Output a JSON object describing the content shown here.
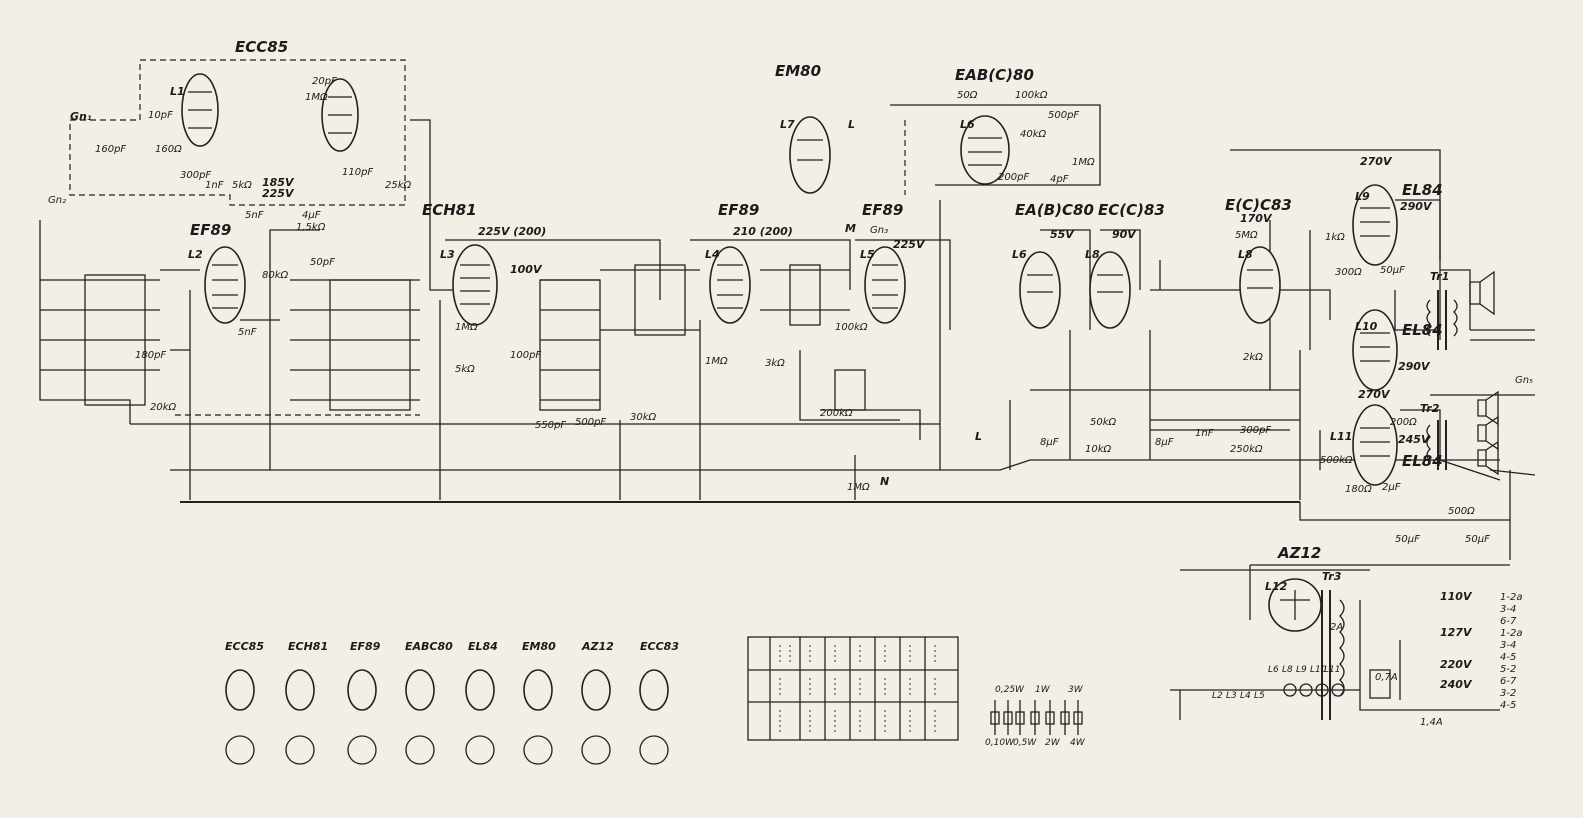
{
  "tubes": [
    {
      "name": "ECC85",
      "ref": "L1"
    },
    {
      "name": "EF89",
      "ref": "L2"
    },
    {
      "name": "ECH81",
      "ref": "L3"
    },
    {
      "name": "EF89",
      "ref": "L4"
    },
    {
      "name": "EF89",
      "ref": "L5"
    },
    {
      "name": "EAB(C)80",
      "ref": "L6"
    },
    {
      "name": "EM80",
      "ref": "L7"
    },
    {
      "name": "EA(B)C80",
      "ref": "L6"
    },
    {
      "name": "EC(C)83",
      "ref": "L8"
    },
    {
      "name": "E(C)C83",
      "ref": "L8"
    },
    {
      "name": "EL84",
      "ref": "L9"
    },
    {
      "name": "EL84",
      "ref": "L10"
    },
    {
      "name": "EL84",
      "ref": "L11"
    },
    {
      "name": "AZ12",
      "ref": "L12"
    }
  ],
  "voltages": [
    "225V",
    "225V (200)",
    "100V",
    "210 (200)",
    "225V",
    "55V",
    "90V",
    "170V",
    "270V",
    "290V",
    "290V",
    "270V",
    "245V",
    "185V"
  ],
  "components": [
    "10pF",
    "20pF",
    "1MΩ",
    "160pF",
    "160Ω",
    "300pF",
    "1nF",
    "5kΩ",
    "110pF",
    "25kΩ",
    "5nF",
    "4µF",
    "1,5kΩ",
    "50pF",
    "80kΩ",
    "5nF",
    "20kΩ",
    "180pF",
    "1MΩ",
    "5kΩ",
    "30kΩ",
    "100pF",
    "550pF",
    "500pF",
    "1MΩ",
    "3kΩ",
    "100kΩ",
    "200kΩ",
    "50kΩ",
    "10kΩ",
    "8µF",
    "8µF",
    "1nF",
    "250kΩ",
    "300pF",
    "500kΩ",
    "2µF",
    "500Ω",
    "50µF",
    "50µF",
    "50Ω",
    "100kΩ",
    "40kΩ",
    "500pF",
    "1MΩ",
    "200pF",
    "4pF",
    "2kΩ",
    "5MΩ",
    "1kΩ",
    "300Ω",
    "50µF",
    "200Ω",
    "180Ω",
    "1MΩ"
  ],
  "markers": {
    "gn1": "Gn₁",
    "gn2": "Gn₂",
    "gn3": "Gn₃",
    "gn5": "Gn₅",
    "tr1": "Tr1",
    "tr2": "Tr2",
    "tr3": "Tr3",
    "L": "L",
    "M": "M",
    "N": "N",
    "mark_14a": "1,4A",
    "mark_2a": "2A",
    "mark_07a": "0,7A"
  },
  "mains": [
    {
      "v": "110V",
      "taps": "1-2a"
    },
    {
      "v": "",
      "taps": "3-4"
    },
    {
      "v": "",
      "taps": "6-7"
    },
    {
      "v": "127V",
      "taps": "1-2a"
    },
    {
      "v": "",
      "taps": "3-4"
    },
    {
      "v": "",
      "taps": "4-5"
    },
    {
      "v": "220V",
      "taps": "5-2"
    },
    {
      "v": "",
      "taps": "6-7"
    },
    {
      "v": "240V",
      "taps": "3-2"
    },
    {
      "v": "",
      "taps": "4-5"
    }
  ],
  "pinouts": [
    "ECC85",
    "ECH81",
    "EF89",
    "EABC80",
    "EL84",
    "EM80",
    "AZ12",
    "ECC83"
  ],
  "resistor_legend": {
    "top": [
      "0,25W",
      "1W",
      "3W"
    ],
    "bottom": [
      "0,10W",
      "0,5W",
      "2W",
      "4W"
    ]
  },
  "filament_chain": [
    "L2",
    "L3",
    "L4",
    "L5",
    "L6",
    "L8",
    "L9",
    "L10",
    "L11"
  ]
}
